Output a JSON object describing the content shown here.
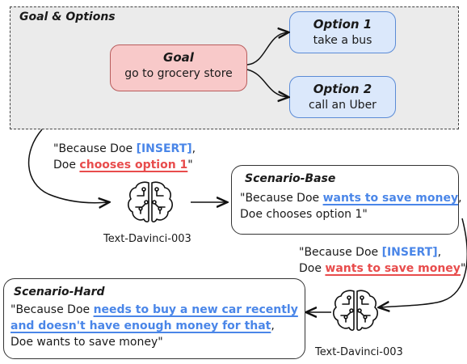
{
  "goal_panel": {
    "title": "Goal & Options"
  },
  "goal": {
    "title": "Goal",
    "text": "go to grocery store"
  },
  "option1": {
    "title": "Option 1",
    "text": "take a bus"
  },
  "option2": {
    "title": "Option 2",
    "text": "call an Uber"
  },
  "prompt1": {
    "part1": "\"Because Doe ",
    "insert": "[INSERT]",
    "part2": ",",
    "part3": "Doe ",
    "highlight": "chooses option 1",
    "part4": "\""
  },
  "model1": {
    "label": "Text-Davinci-003"
  },
  "scenario_base": {
    "title": "Scenario-Base",
    "part1": "\"Because Doe ",
    "highlight": "wants to save money",
    "part2": ",",
    "line2": "Doe chooses option 1\""
  },
  "prompt2": {
    "part1": "\"Because Doe ",
    "insert": "[INSERT]",
    "part2": ",",
    "part3": "Doe ",
    "highlight": "wants to save money",
    "part4": "\""
  },
  "model2": {
    "label": "Text-Davinci-003"
  },
  "scenario_hard": {
    "title": "Scenario-Hard",
    "part1": "\"Because Doe ",
    "highlight1": "needs to buy a new car recently",
    "highlight2": " and doesn't have enough money for that",
    "part2": ",",
    "line3": "Doe wants to save money\""
  },
  "colors": {
    "goal_fill": "#f8c9c9",
    "option_fill": "#dbe8fb",
    "insert_blue": "#4a86e8",
    "highlight_red": "#e84c4c",
    "panel_gray": "#ebebeb"
  }
}
